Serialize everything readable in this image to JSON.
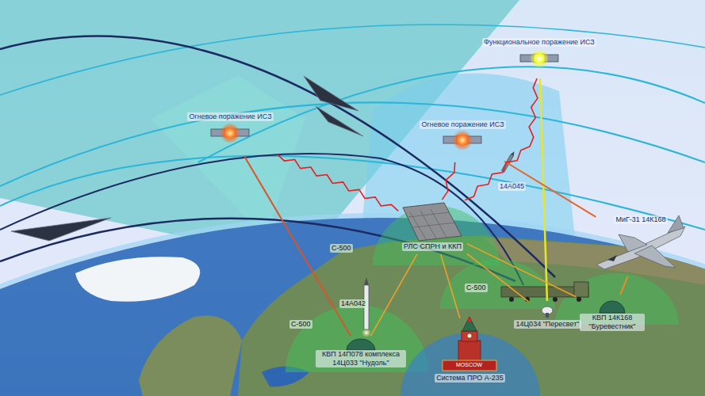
{
  "diagram": {
    "nodes": [
      {
        "text": [
          "Функциональное поражение ИСЗ"
        ]
      },
      {
        "text": [
          "Огневое поражение ИСЗ"
        ]
      },
      {
        "text": [
          "Огневое поражение ИСЗ"
        ]
      },
      {
        "text": [
          "МиГ-31 14К168"
        ]
      },
      {
        "text": [
          "РЛС СПРН и ККП"
        ]
      },
      {
        "text": [
          "КВП 14П078 комплекса 14Ц033 \"Нудоль\""
        ]
      },
      {
        "text": [
          "14Ц034 \"Пересвет\""
        ]
      },
      {
        "text": [
          "КВП 14К168 \"Буревестник\""
        ]
      },
      {
        "text": [
          "Система ПРО А-235"
        ]
      }
    ],
    "edges": [
      {
        "from": 5,
        "to": 1,
        "arrow": "none"
      },
      {
        "from": 6,
        "to": 0,
        "arrow": "none"
      },
      {
        "from": 7,
        "to": 3,
        "arrow": "none"
      },
      {
        "from": 3,
        "to": 2,
        "arrow": "none"
      },
      {
        "from": 4,
        "to": 1,
        "arrow": "none"
      },
      {
        "from": 4,
        "to": 2,
        "arrow": "none"
      },
      {
        "from": 4,
        "to": 0,
        "arrow": "none"
      },
      {
        "from": 4,
        "to": 5,
        "arrow": "none"
      },
      {
        "from": 4,
        "to": 6,
        "arrow": "none"
      },
      {
        "from": 4,
        "to": 7,
        "arrow": "none"
      },
      {
        "from": 4,
        "to": 8,
        "arrow": "none"
      }
    ],
    "labels": [
      "14А045",
      "С-500",
      "С-500",
      "С-500",
      "14А042",
      "MOSCOW"
    ]
  }
}
